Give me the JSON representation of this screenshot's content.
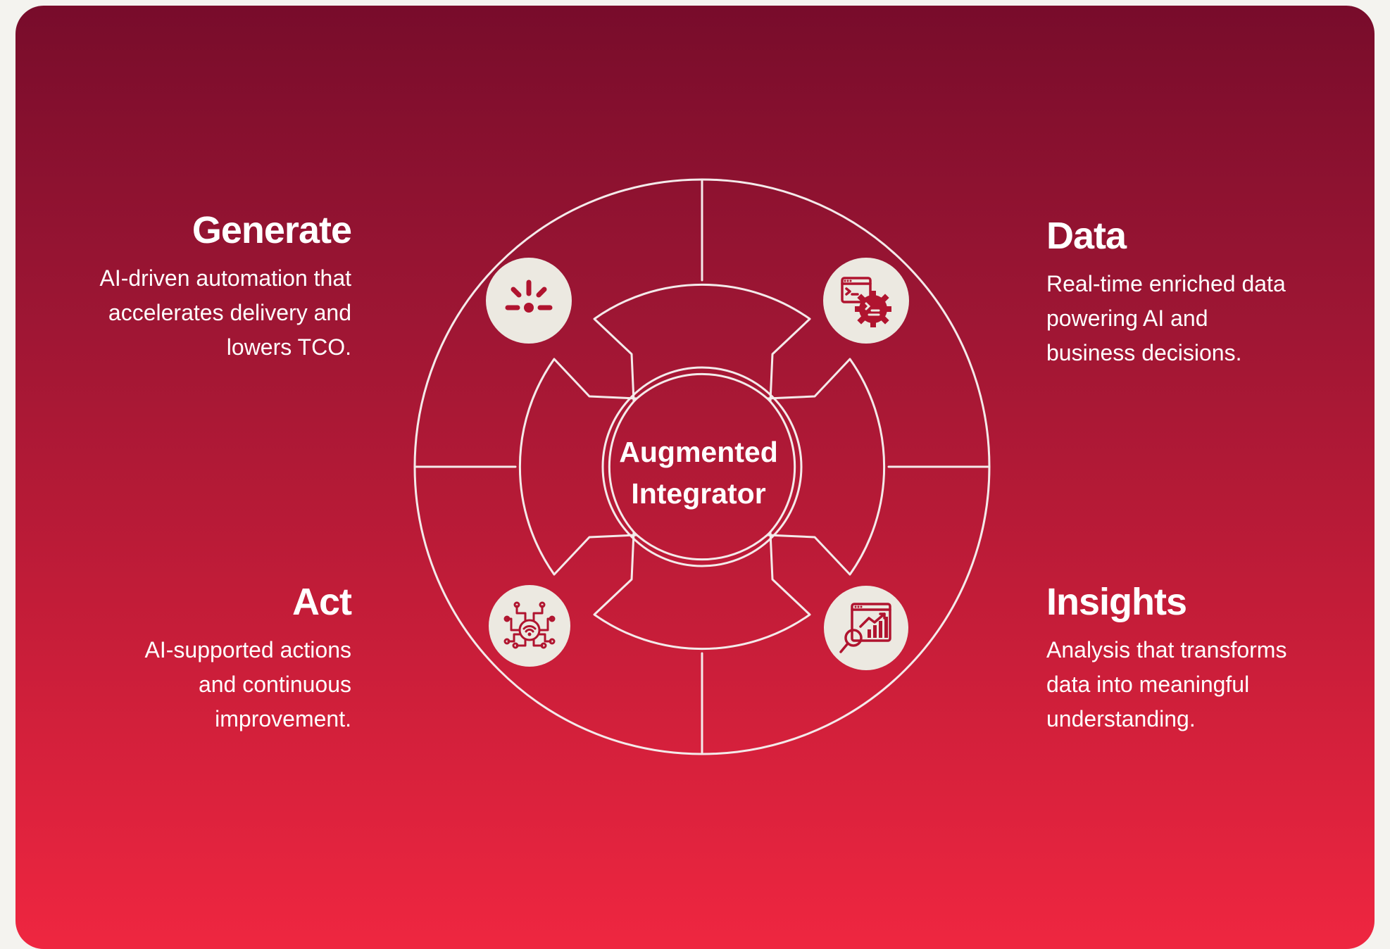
{
  "center": {
    "line1": "Augmented",
    "line2": "Integrator"
  },
  "segments": [
    {
      "title": "Generate",
      "lines": [
        "AI-driven automation that",
        "accelerates delivery and",
        "lowers TCO."
      ],
      "icon": "spark-icon"
    },
    {
      "title": "Data",
      "lines": [
        "Real-time enriched data",
        "powering AI and",
        "business decisions."
      ],
      "icon": "code-gear-icon"
    },
    {
      "title": "Act",
      "lines": [
        "AI-supported actions",
        "and continuous",
        "improvement."
      ],
      "icon": "circuit-wifi-icon"
    },
    {
      "title": "Insights",
      "lines": [
        "Analysis that transforms",
        "data into meaningful",
        "understanding."
      ],
      "icon": "analytics-magnifier-icon"
    }
  ],
  "colors": {
    "gradient_top": "#780c2b",
    "gradient_bottom": "#ef2640",
    "line": "#f4eaea",
    "icon_bg": "#ece9e1",
    "icon_fg": "#b0142f"
  }
}
